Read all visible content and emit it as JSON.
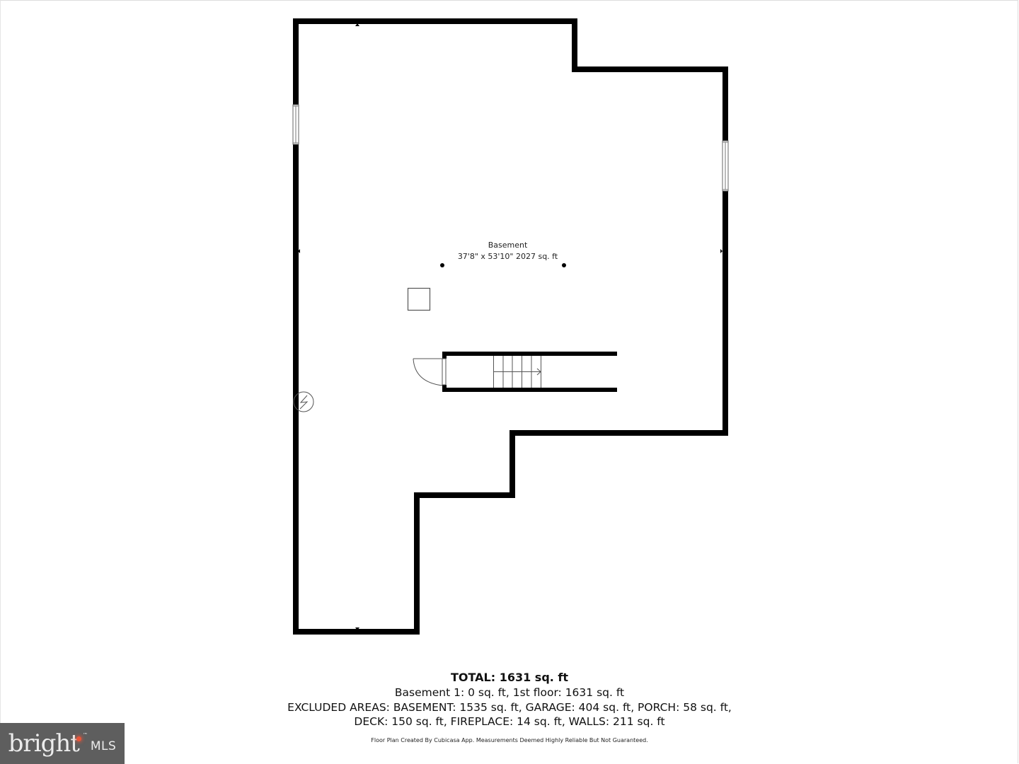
{
  "floor_plan": {
    "room": {
      "name": "Basement",
      "dimensions": "37'8\" x 53'10\" 2027 sq. ft"
    },
    "symbols": [
      "window-left-wall",
      "window-right-wall",
      "door-swing",
      "staircase",
      "electrical-panel",
      "square-column",
      "support-post",
      "support-post"
    ]
  },
  "summary": {
    "total": "TOTAL: 1631 sq. ft",
    "floors": "Basement 1: 0 sq. ft, 1st floor: 1631 sq. ft",
    "excluded_line1": "EXCLUDED AREAS: BASEMENT: 1535 sq. ft, GARAGE: 404 sq. ft, PORCH: 58 sq. ft,",
    "excluded_line2": "DECK: 150 sq. ft, FIREPLACE: 14 sq. ft, WALLS: 211 sq. ft",
    "disclaimer": "Floor Plan Created By Cubicasa App. Measurements Deemed Highly Reliable But Not Guaranteed."
  },
  "logo": {
    "brand": "bright",
    "trademark": "™",
    "suffix": "MLS",
    "background": "#5e5e5e",
    "accent": "#e8553a"
  },
  "colors": {
    "wall": "#000000",
    "background": "#ffffff",
    "fixture_stroke": "#555555"
  }
}
